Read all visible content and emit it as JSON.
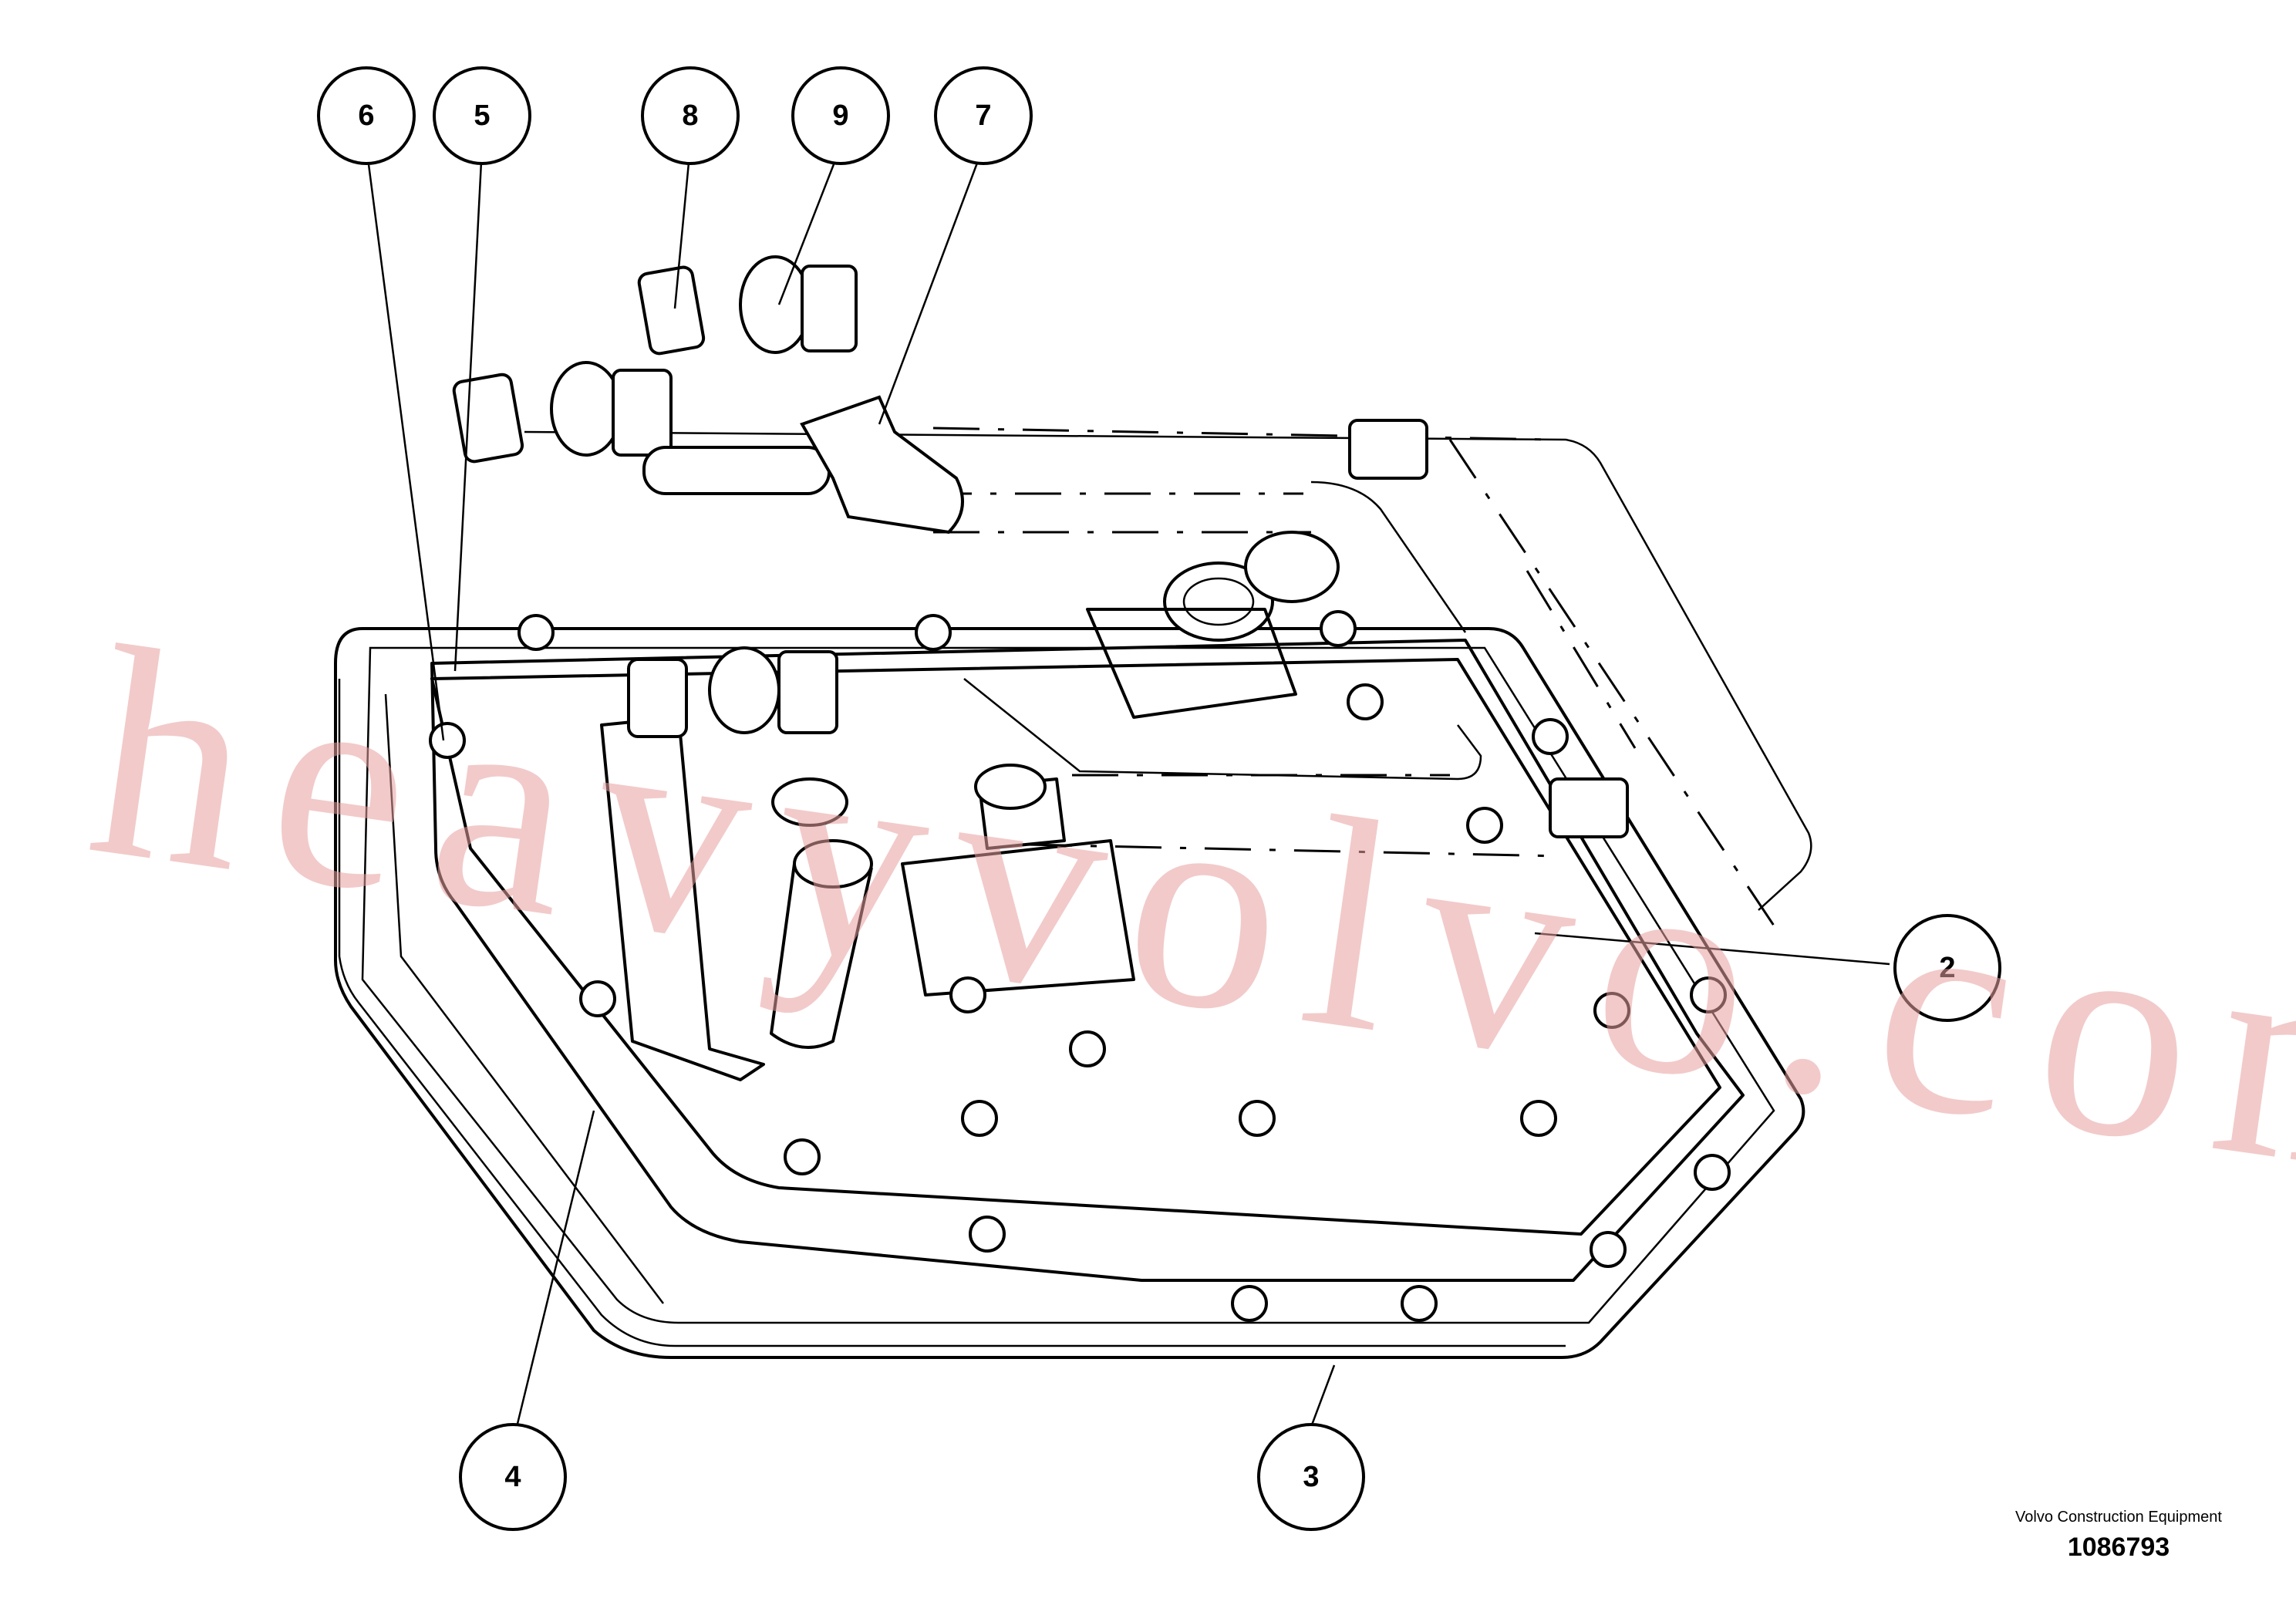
{
  "callouts": [
    {
      "label": "6"
    },
    {
      "label": "5"
    },
    {
      "label": "8"
    },
    {
      "label": "9"
    },
    {
      "label": "7"
    },
    {
      "label": "2"
    },
    {
      "label": "4"
    },
    {
      "label": "3"
    }
  ],
  "watermark": "heavyvolvo.com",
  "credit": {
    "company": "Volvo Construction Equipment",
    "reference": "1086793"
  }
}
